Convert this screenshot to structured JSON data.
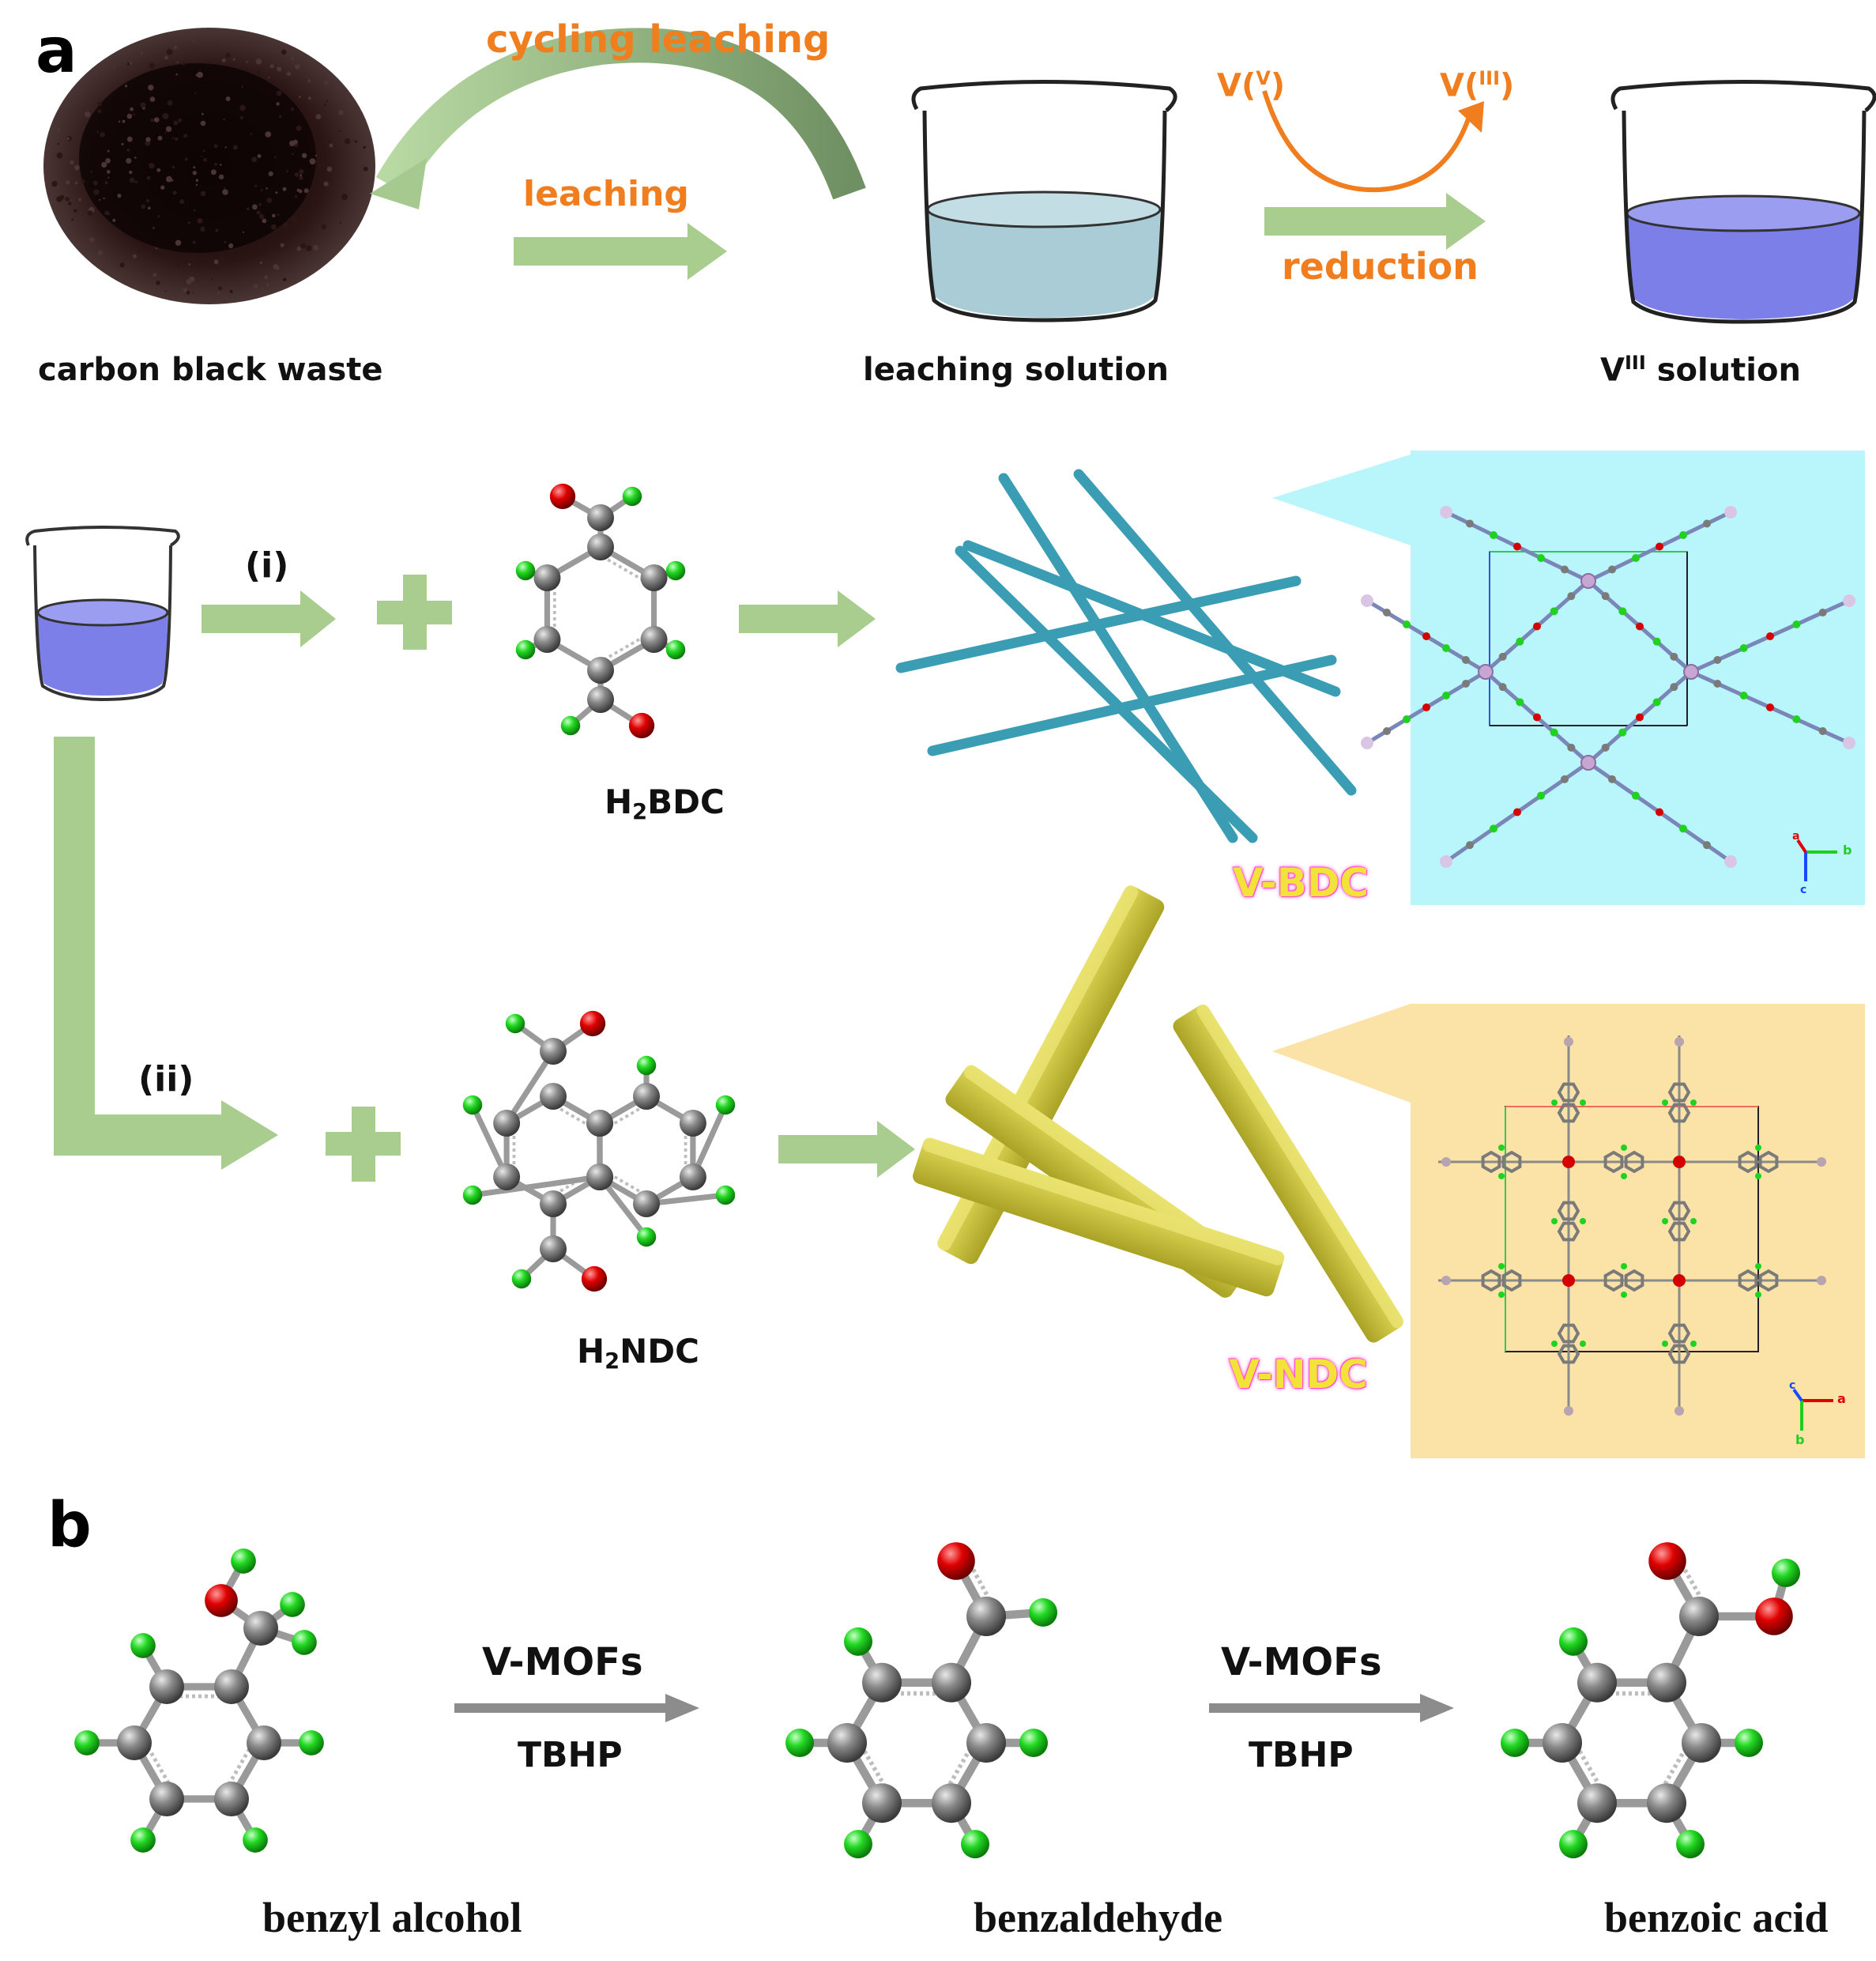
{
  "panels": {
    "a": "a",
    "b": "b"
  },
  "panel_a": {
    "top_row": {
      "carbon_black_waste": "carbon black waste",
      "cycling_leaching": "cycling leaching",
      "leaching": "leaching",
      "leaching_solution": "leaching solution",
      "v5": {
        "base": "V(",
        "sup": "V",
        "end": ")"
      },
      "v3": {
        "base": "V(",
        "sup": "III",
        "end": ")"
      },
      "reduction": "reduction",
      "viii_solution": {
        "base": "V",
        "sup": "III",
        "rest": " solution"
      }
    },
    "route_i": {
      "label": "(i)",
      "linker": {
        "base": "H",
        "sub": "2",
        "rest": "BDC"
      },
      "product": "V-BDC",
      "inset_axes": {
        "a": "a",
        "b": "b",
        "c": "c"
      }
    },
    "route_ii": {
      "label": "(ii)",
      "linker": {
        "base": "H",
        "sub": "2",
        "rest": "NDC"
      },
      "product": "V-NDC",
      "inset_axes": {
        "a": "a",
        "b": "b",
        "c": "c"
      }
    }
  },
  "panel_b": {
    "reactant": "benzyl alcohol",
    "intermediate": "benzaldehyde",
    "product": "benzoic acid",
    "step1": {
      "catalyst": "V-MOFs",
      "oxidant": "TBHP"
    },
    "step2": {
      "catalyst": "V-MOFs",
      "oxidant": "TBHP"
    }
  },
  "colors": {
    "arrow_green": "#a9cc8f",
    "label_orange": "#f07d1e",
    "atom_carbon": "#7a7a7a",
    "atom_oxygen": "#d40000",
    "atom_hydrogen": "#1fd21f",
    "rod_blue": "#3a9db4",
    "rod_yellow": "#cdc63a",
    "inset_cyan": "#b9f6fb",
    "inset_tan": "#fbe3a8",
    "solution_blue": "#7d7fe8",
    "leach_solution": "#a9ccd6"
  }
}
